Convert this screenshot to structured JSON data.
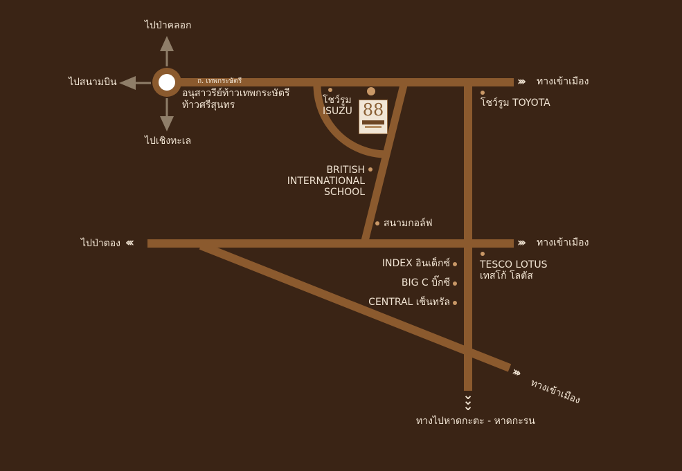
{
  "colors": {
    "background": "#3a2415",
    "road": "#8b5a2e",
    "arrow": "#8f7e69",
    "text": "#f1e4d3",
    "dot": "#c99867"
  },
  "icons": {
    "chevron_right": "›››",
    "chevron_left": "‹‹‹",
    "chevron_down": "⌄"
  },
  "roundabout": {
    "label_north": "ไปป่าคลอก",
    "label_west": "ไปสนามบิน",
    "label_south": "ไปเชิงทะเล",
    "monument_line1": "อนุสาวรีย์ท้าวเทพกระษัตรี",
    "monument_line2": "ท้าวศรีสุนทร"
  },
  "roads": {
    "top_road_name": "ถ. เทพกระษัตรี",
    "top_road_east": "ทางเข้าเมือง",
    "middle_road_west": "ไปป่าตอง",
    "middle_road_east": "ทางเข้าเมือง",
    "diagonal_road_east": "ทางเข้าเมือง",
    "south_road": "ทางไปหาดกะตะ - หาดกะรน"
  },
  "places": {
    "isuzu_line1": "โชว์รูม",
    "isuzu_line2": "ISUZU",
    "toyota": "โชว์รูม TOYOTA",
    "british_line1": "BRITISH",
    "british_line2": "INTERNATIONAL",
    "british_line3": "SCHOOL",
    "golf": "สนามกอล์ฟ",
    "index": "INDEX อินเด็กซ์",
    "bigc": "BIG C บิ๊กซี",
    "central": "CENTRAL เซ็นทรัล",
    "tesco_line1": "TESCO LOTUS",
    "tesco_line2": "เทสโก้ โลตัส"
  },
  "project": {
    "logo_number": "88"
  }
}
